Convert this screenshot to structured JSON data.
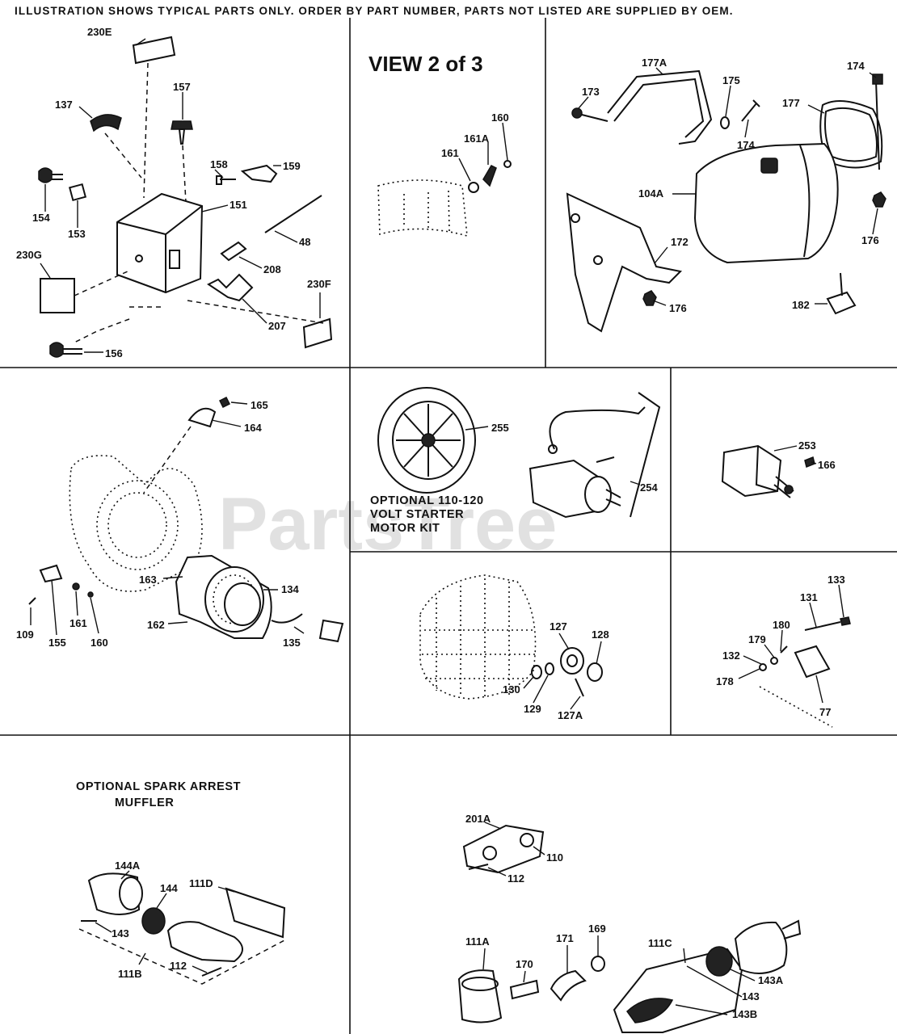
{
  "header": {
    "disclaimer": "ILLUSTRATION SHOWS TYPICAL PARTS ONLY. ORDER BY PART NUMBER, PARTS NOT LISTED ARE SUPPLIED BY OEM."
  },
  "view_title": "VIEW 2 of 3",
  "watermark": "PartsTree",
  "notes": {
    "starter_kit": [
      "OPTIONAL 110-120",
      "VOLT STARTER",
      "MOTOR KIT"
    ],
    "spark_arrest": [
      "OPTIONAL SPARK ARREST",
      "MUFFLER"
    ]
  },
  "labels": {
    "p230E": "230E",
    "p157": "157",
    "p137": "137",
    "p158": "158",
    "p159": "159",
    "p151": "151",
    "p154": "154",
    "p153": "153",
    "p48": "48",
    "p230G": "230G",
    "p208": "208",
    "p230F": "230F",
    "p207": "207",
    "p156": "156",
    "p160a": "160",
    "p161A": "161A",
    "p161a": "161",
    "p177A": "177A",
    "p173": "173",
    "p175": "175",
    "p174a": "174",
    "p174b": "174",
    "p177": "177",
    "p104A": "104A",
    "p176a": "176",
    "p172": "172",
    "p176b": "176",
    "p182": "182",
    "p165": "165",
    "p164": "164",
    "p163": "163",
    "p134": "134",
    "p162": "162",
    "p135": "135",
    "p109": "109",
    "p155": "155",
    "p161b": "161",
    "p160b": "160",
    "p255": "255",
    "p254": "254",
    "p253": "253",
    "p166": "166",
    "p127": "127",
    "p128": "128",
    "p130": "130",
    "p129": "129",
    "p127A": "127A",
    "p133": "133",
    "p131": "131",
    "p180": "180",
    "p179": "179",
    "p132": "132",
    "p178": "178",
    "p77": "77",
    "p144A": "144A",
    "p144": "144",
    "p111D": "111D",
    "p143a": "143",
    "p112a": "112",
    "p111B": "111B",
    "p201A": "201A",
    "p110": "110",
    "p112b": "112",
    "p111A": "111A",
    "p170": "170",
    "p171": "171",
    "p169": "169",
    "p111C": "111C",
    "p143A": "143A",
    "p143b": "143",
    "p143B": "143B"
  },
  "colors": {
    "ink": "#111111",
    "paper": "#ffffff",
    "watermark": "#c9c9c9"
  }
}
